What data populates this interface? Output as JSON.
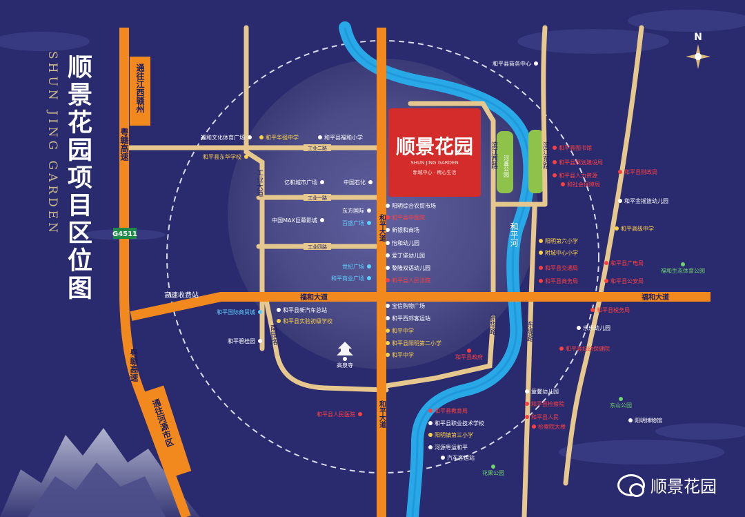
{
  "title": "顺景花园项目区位图",
  "title_en": "SHUN JING GARDEN",
  "project": {
    "name": "顺景花园",
    "subtitle": "SHUN JING GARDEN",
    "tagline": "新城中心 · 稀心生活"
  },
  "compass_label": "N",
  "wechat_label": "顺景花园",
  "roads": {
    "yuegan_top": "粤赣高速",
    "yuegan_bottom": "粤赣高速",
    "to_jiangxi": "通往江西赣州",
    "to_heyuan": "通往河源市区",
    "g4511": "G4511",
    "toll_station": "高速收费站",
    "gongye_dadao": "工业大道",
    "gongye_er": "工业二路",
    "gongye_yi": "工业一路",
    "gongye_si": "工业四路",
    "heping_dadao_top": "和平大道",
    "heping_dadao_bottom": "和平大道",
    "hehe_dadao_left": "福和大道",
    "hehe_dadao_right": "福和大道",
    "binjiang_xi": "滨江西路",
    "binjiang_dong": "滨江东路",
    "xinhua": "新华路",
    "dongdi": "东堤路",
    "nanyuan": "南园路",
    "heping_he": "和平河",
    "heyue_park": "河鑫公园"
  },
  "pois_left": [
    {
      "name": "福和文化体育广场",
      "color": "#ffffff"
    },
    {
      "name": "和平县东华学校",
      "color": "#ffd24a"
    },
    {
      "name": "和平华强中学",
      "color": "#ffd24a"
    },
    {
      "name": "和平县福和小学",
      "color": "#ffffff"
    },
    {
      "name": "亿和城市广场",
      "color": "#ffffff"
    },
    {
      "name": "中国石化",
      "color": "#ffffff"
    },
    {
      "name": "东方国际",
      "color": "#ffffff"
    },
    {
      "name": "中国MAX巨幕影城",
      "color": "#ffffff"
    },
    {
      "name": "百盛广场",
      "color": "#5fd0ff"
    },
    {
      "name": "世纪广场",
      "color": "#5fd0ff"
    },
    {
      "name": "和平商业广场",
      "color": "#5fd0ff"
    },
    {
      "name": "和平国际商贸城",
      "color": "#5fd0ff"
    },
    {
      "name": "和平县新汽车总站",
      "color": "#ffffff"
    },
    {
      "name": "和平县实验初级学校",
      "color": "#ffd24a"
    },
    {
      "name": "和平碧桂园",
      "color": "#ffffff"
    },
    {
      "name": "高泉寺",
      "color": "#ffffff"
    },
    {
      "name": "和平县人民医院",
      "color": "#ff4040"
    }
  ],
  "pois_center": [
    {
      "name": "阳明综合农贸市场",
      "color": "#ffffff"
    },
    {
      "name": "和平县中医院",
      "color": "#ff4040"
    },
    {
      "name": "新银和商场",
      "color": "#ffffff"
    },
    {
      "name": "怡和幼儿园",
      "color": "#ffffff"
    },
    {
      "name": "爱丁堡幼儿园",
      "color": "#ffffff"
    },
    {
      "name": "黎隆双语幼儿园",
      "color": "#ffffff"
    },
    {
      "name": "和平县人民法院",
      "color": "#ff4040"
    },
    {
      "name": "宝信购物广场",
      "color": "#ffffff"
    },
    {
      "name": "和平西郊客运站",
      "color": "#ffffff"
    },
    {
      "name": "和平中学",
      "color": "#ffd24a"
    },
    {
      "name": "和平县阳明第二小学",
      "color": "#ffd24a"
    },
    {
      "name": "和平中学",
      "color": "#ffd24a"
    },
    {
      "name": "和平县政府",
      "color": "#ff4040"
    },
    {
      "name": "和平县教育局",
      "color": "#ff4040"
    },
    {
      "name": "和平县职业技术学校",
      "color": "#ffffff"
    },
    {
      "name": "阳明镇第三小学",
      "color": "#ffd24a"
    },
    {
      "name": "河源粤运和平",
      "color": "#ffffff"
    },
    {
      "name": "汽车客运站",
      "color": "#ffffff"
    },
    {
      "name": "花果公园",
      "color": "#6fd46f"
    }
  ],
  "pois_right": [
    {
      "name": "和平县商务中心",
      "color": "#ffffff"
    },
    {
      "name": "和平县图书馆",
      "color": "#ff4040"
    },
    {
      "name": "和平县规划建设局",
      "color": "#ff4040"
    },
    {
      "name": "和平县人力资源",
      "color": "#ff4040"
    },
    {
      "name": "和社会保障局",
      "color": "#ff4040"
    },
    {
      "name": "和平县财政局",
      "color": "#ff4040"
    },
    {
      "name": "和平金摇篮幼儿园",
      "color": "#ffffff"
    },
    {
      "name": "和平高级中学",
      "color": "#ffd24a"
    },
    {
      "name": "阳明第六小学",
      "color": "#ffd24a"
    },
    {
      "name": "附城中心小学",
      "color": "#ffd24a"
    },
    {
      "name": "和平县交通局",
      "color": "#ff4040"
    },
    {
      "name": "和平县商务局",
      "color": "#ff4040"
    },
    {
      "name": "和平县广电局",
      "color": "#ff4040"
    },
    {
      "name": "和平县公安局",
      "color": "#ff4040"
    },
    {
      "name": "福和生态体育公园",
      "color": "#6fd46f"
    },
    {
      "name": "和平县税务局",
      "color": "#ff4040"
    },
    {
      "name": "乐乐幼儿园",
      "color": "#ffffff"
    },
    {
      "name": "和平县妇幼保健院",
      "color": "#ff4040"
    },
    {
      "name": "童馨幼儿园",
      "color": "#ffffff"
    },
    {
      "name": "东山公园",
      "color": "#6fd46f"
    },
    {
      "name": "阳明博物馆",
      "color": "#ffffff"
    },
    {
      "name": "和平县检察院",
      "color": "#ff4040"
    },
    {
      "name": "和平县人民",
      "color": "#ff4040"
    },
    {
      "name": "检察院大楼",
      "color": "#ff4040"
    }
  ]
}
